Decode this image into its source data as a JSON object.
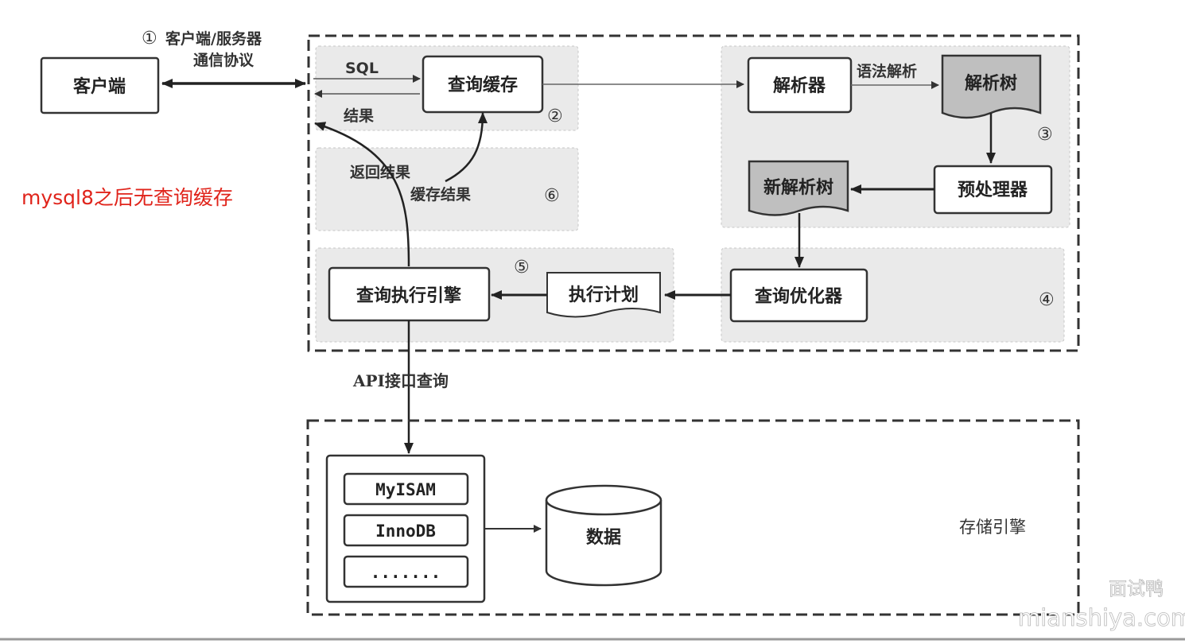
{
  "client": {
    "label": "客户端"
  },
  "protocol": {
    "number": "①",
    "line1": "客户端/服务器",
    "line2": "通信协议"
  },
  "note": {
    "text": "mysql8之后无查询缓存",
    "color": "#e0241b"
  },
  "cache_section": {
    "number": "②",
    "sql_label": "SQL",
    "result_label": "结果",
    "query_cache": "查询缓存"
  },
  "parse_section": {
    "number": "③",
    "parser": "解析器",
    "syntax_label": "语法解析",
    "parse_tree": "解析树",
    "preprocessor": "预处理器",
    "new_parse_tree": "新解析树"
  },
  "optimize_section": {
    "number": "④",
    "optimizer": "查询优化器"
  },
  "execute_section": {
    "number": "⑤",
    "engine": "查询执行引擎",
    "plan": "执行计划"
  },
  "return_section": {
    "number": "⑥",
    "return_label": "返回结果",
    "cache_label": "缓存结果"
  },
  "api_label": "API接口查询",
  "storage": {
    "title": "存储引擎",
    "engines": [
      "MyISAM",
      "InnoDB",
      "......."
    ],
    "data_label": "数据"
  },
  "watermark": {
    "line1": "面试鸭",
    "line2": "mianshiya.com"
  }
}
